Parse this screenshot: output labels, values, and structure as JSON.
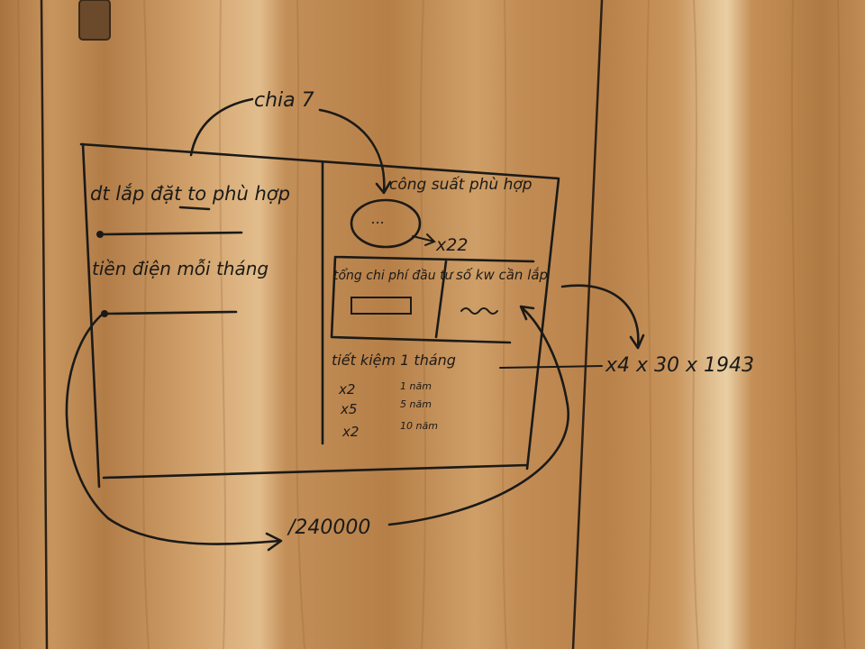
{
  "whiteboard": {
    "top_label": "chia 7",
    "left_panel": {
      "field_area_label": "dt lắp đặt to phù hợp",
      "field_bill_label": "tiền điện mỗi tháng"
    },
    "right_panel": {
      "header": "công suất phù hợp",
      "bubble_text": "...",
      "multiplier": "x22",
      "total_cost_label": "tổng chi phí đầu tư",
      "panel_count_label": "số kw cần lắp",
      "savings_label": "tiết kiệm 1 tháng",
      "savings_rows": [
        {
          "factor": "x2",
          "period": "1 năm"
        },
        {
          "factor": "x5",
          "period": "5 năm"
        },
        {
          "factor": "x2",
          "period": "10 năm"
        }
      ]
    },
    "formula": "x4 x 30 x 1943",
    "bottom_value": "/240000"
  },
  "colors": {
    "ink": "#1b1a17",
    "wood_light": "#d6a56d",
    "wood_mid": "#c18f5a",
    "wood_dark": "#9c6a3a"
  }
}
